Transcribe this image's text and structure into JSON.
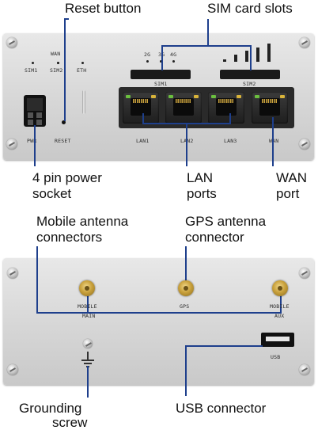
{
  "callouts": {
    "reset_button": "Reset button",
    "sim_card_slots": "SIM card slots",
    "power_socket_line1": "4 pin power",
    "power_socket_line2": "socket",
    "lan_ports_line1": "LAN",
    "lan_ports_line2": "ports",
    "wan_port_line1": "WAN",
    "wan_port_line2": "port",
    "mobile_antenna_line1": "Mobile antenna",
    "mobile_antenna_line2": "connectors",
    "gps_antenna_line1": "GPS antenna",
    "gps_antenna_line2": "connector",
    "grounding_line1": "Grounding",
    "grounding_line2": "screw",
    "usb_connector": "USB  connector"
  },
  "front_panel": {
    "labels": {
      "wan": "WAN",
      "sim1": "SIM1",
      "sim2_led": "SIM2",
      "eth": "ETH",
      "signal_2g": "2G",
      "signal_3g": "3G",
      "signal_4g": "4G",
      "slot_sim1": "SIM1",
      "slot_sim2": "SIM2",
      "pwr": "PWR",
      "reset": "RESET",
      "lan1": "LAN1",
      "lan2": "LAN2",
      "lan3": "LAN3",
      "wan_port": "WAN"
    }
  },
  "back_panel": {
    "labels": {
      "mobile_main_1": "MOBILE",
      "mobile_main_2": "MAIN",
      "gps": "GPS",
      "mobile_aux_1": "MOBILE",
      "mobile_aux_2": "AUX",
      "usb": "USB"
    }
  },
  "colors": {
    "callout_line": "#1e3f8c",
    "panel": "#d6d6d6"
  }
}
